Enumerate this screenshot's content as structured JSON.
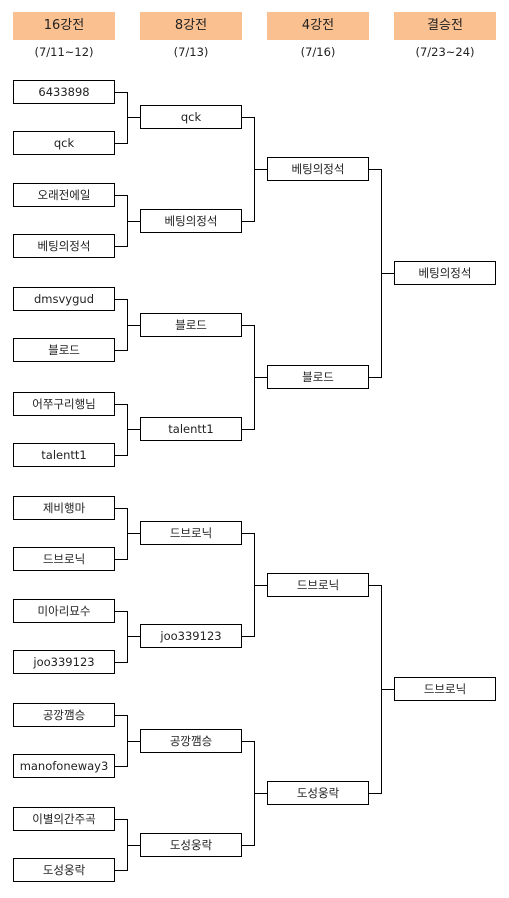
{
  "rounds": [
    {
      "label": "16강전",
      "date": "(7/11~12)"
    },
    {
      "label": "8강전",
      "date": "(7/13)"
    },
    {
      "label": "4강전",
      "date": "(7/16)"
    },
    {
      "label": "결승전",
      "date": "(7/23~24)"
    }
  ],
  "round_of_16": [
    "6433898",
    "qck",
    "오래전에일",
    "베팅의정석",
    "dmsvygud",
    "블로드",
    "어쭈구리행님",
    "talentt1",
    "제비행마",
    "드브로닉",
    "미아리묘수",
    "joo339123",
    "공깡깸승",
    "manofoneway3",
    "이별의간주곡",
    "도성웅락"
  ],
  "quarterfinals": [
    "qck",
    "베팅의정석",
    "블로드",
    "talentt1",
    "드브로닉",
    "joo339123",
    "공깡깸승",
    "도성웅락"
  ],
  "semifinals": [
    "베팅의정석",
    "블로드",
    "드브로닉",
    "도성웅락"
  ],
  "finals": [
    "베팅의정석",
    "드브로닉"
  ]
}
